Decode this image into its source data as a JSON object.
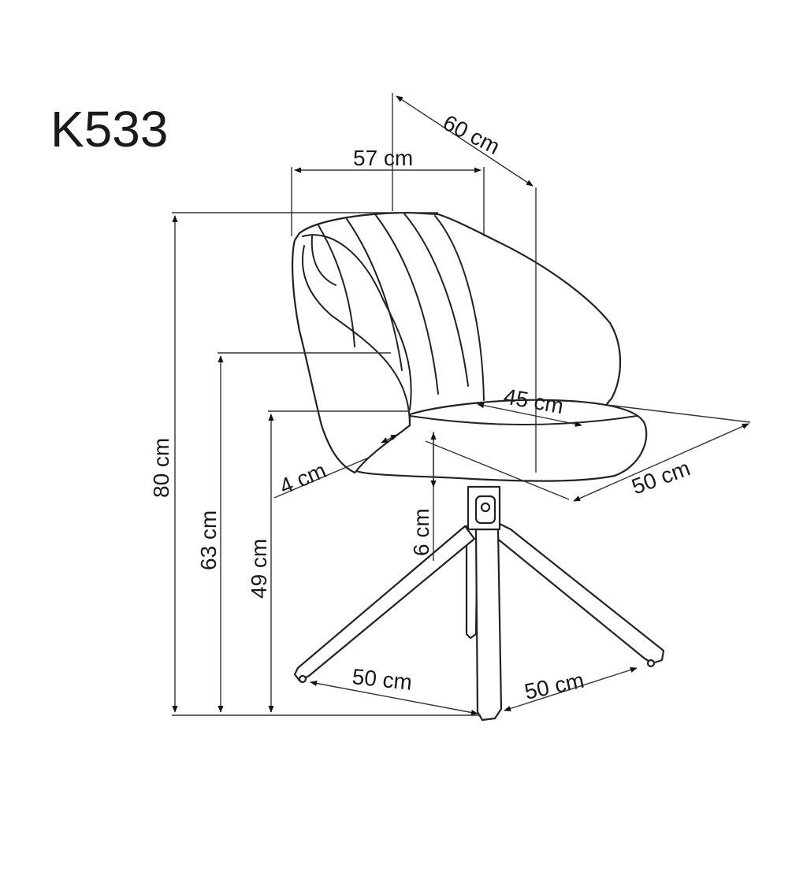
{
  "model": "K533",
  "dimensions": {
    "depth_overall": "60 cm",
    "width_overall": "57 cm",
    "height_overall": "80 cm",
    "armrest_height": "63 cm",
    "seat_height": "49 cm",
    "seat_depth": "45 cm",
    "seat_width": "50 cm",
    "shell_thickness": "4 cm",
    "seat_thickness": "6 cm",
    "base_left": "50 cm",
    "base_right": "50 cm"
  }
}
